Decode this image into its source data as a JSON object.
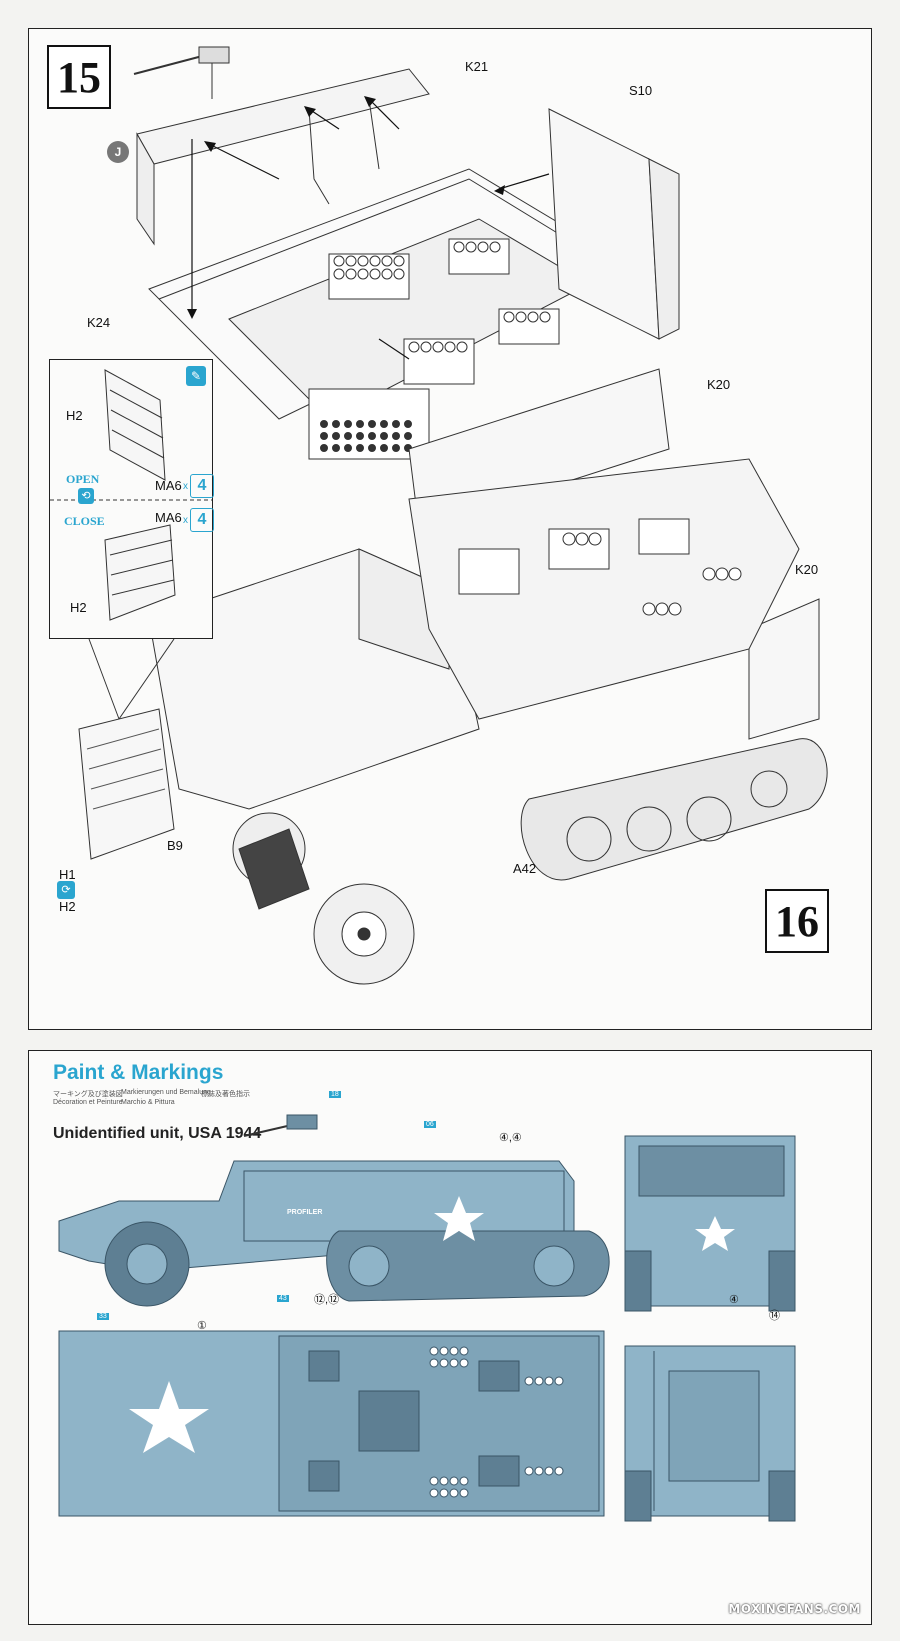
{
  "steps": {
    "step_a": "15",
    "step_b": "16"
  },
  "parts": {
    "k21": "K21",
    "s10": "S10",
    "j": "J",
    "k24": "K24",
    "k20_top": "K20",
    "k20_right": "K20",
    "h2_top": "H2",
    "ma6_top": "MA6",
    "ma6_bottom": "MA6",
    "h2_bottom": "H2",
    "b9": "B9",
    "h1": "H1",
    "h2_side": "H2",
    "a42": "A42"
  },
  "inset": {
    "open_label": "OPEN",
    "close_label": "CLOSE",
    "qty_top": "4",
    "qty_bottom": "4",
    "qty_prefix": "x",
    "flip_icon": "rotate-icon",
    "cement-icon": "glue-brush-icon"
  },
  "paint": {
    "title": "Paint & Markings",
    "sub_jp": "マーキング及び塗装図",
    "sub_de": "Markierungen und Bemalung",
    "sub_cn": "標誌及著色指示",
    "sub_fr": "Décoration et Peinture",
    "sub_it": "Marchio & Pittura",
    "unit": "Unidentified unit, USA 1944",
    "code_gun": "18",
    "code_body": "06",
    "code_wheel": "33",
    "code_side": "43",
    "mark_44": "④,④",
    "mark_1212": "⑫,⑫",
    "mark_1": "①",
    "mark_4": "④",
    "mark_14": "⑭",
    "profiler": "PROFILER"
  },
  "colors": {
    "accent": "#2aa5cf",
    "vehicle": "#8fb4c8",
    "vehicle_dark": "#5e7f93",
    "star": "#ffffff"
  },
  "watermark": "MOXINGFANS.COM"
}
